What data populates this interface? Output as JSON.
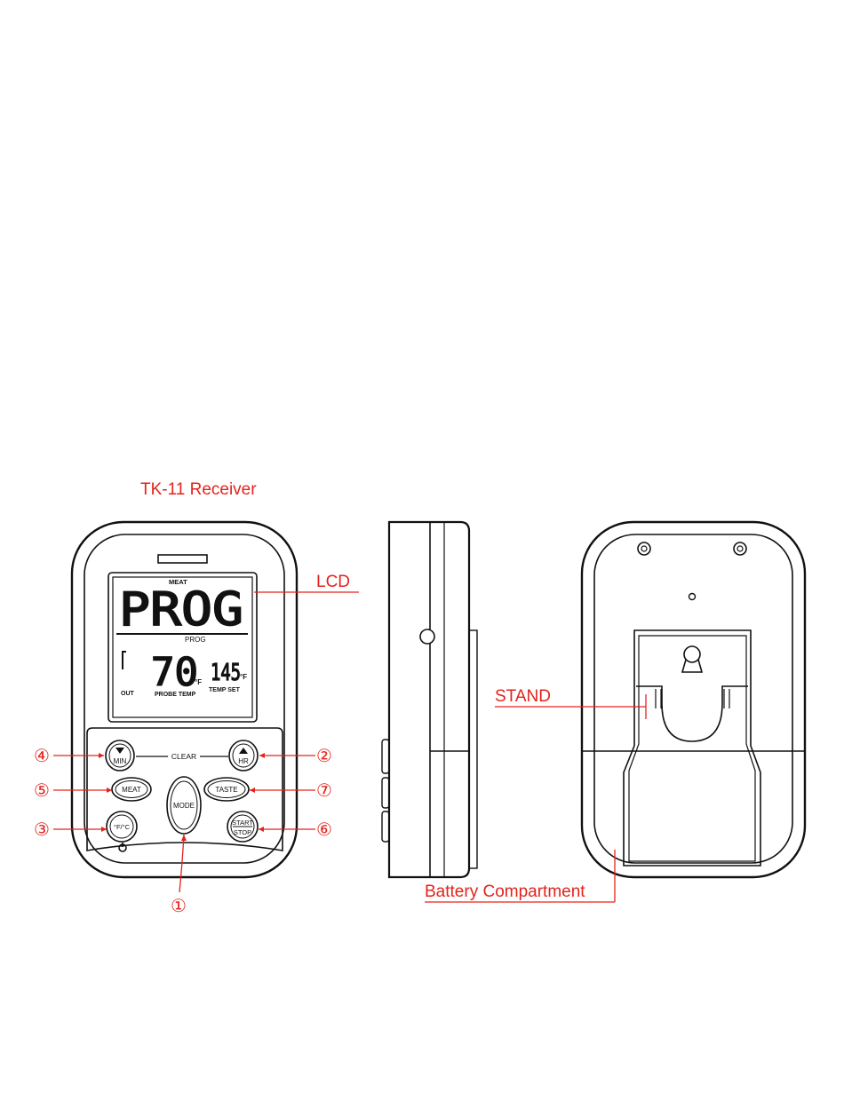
{
  "title": "TK-11 Receiver",
  "colors": {
    "annotation": "#e3231c",
    "outline": "#111111"
  },
  "callouts": {
    "lcd": "LCD",
    "stand": "STAND",
    "battery": "Battery Compartment"
  },
  "lcd": {
    "top_label": "MEAT",
    "main_text": "PROG",
    "prog_label": "PROG",
    "probe_temp": "70",
    "temp_set": "145",
    "unit_f": "°F",
    "bottom_out": "OUT",
    "bottom_probe": "PROBE TEMP",
    "bottom_set": "TEMP SET"
  },
  "buttons": {
    "min": "MIN",
    "hr": "HR",
    "clear": "CLEAR",
    "meat": "MEAT",
    "taste": "TASTE",
    "mode": "MODE",
    "unit": "°F/°C",
    "start": "START",
    "stop": "STOP"
  },
  "numbers": {
    "n1": "①",
    "n2": "②",
    "n3": "③",
    "n4": "④",
    "n5": "⑤",
    "n6": "⑥",
    "n7": "⑦"
  }
}
